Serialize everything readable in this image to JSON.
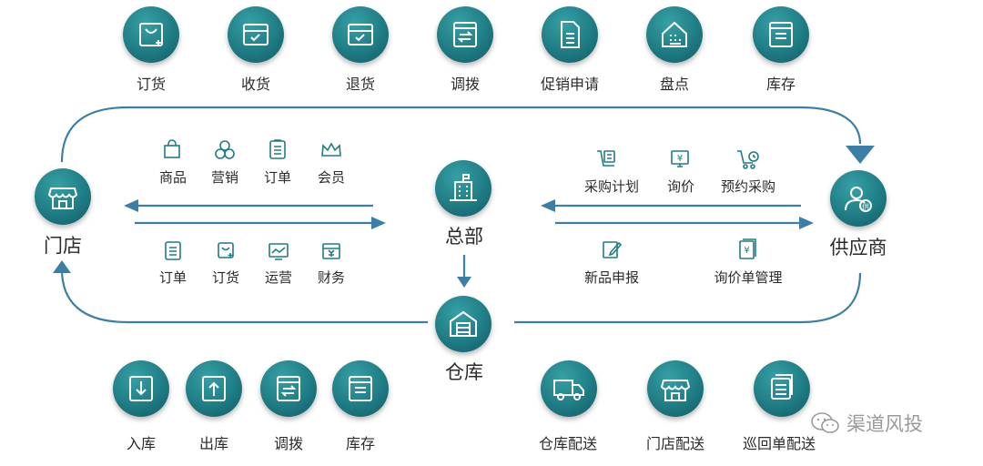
{
  "top_ops": [
    "订货",
    "收货",
    "退货",
    "调拨",
    "促销申请",
    "盘点",
    "库存"
  ],
  "nodes": {
    "store": "门店",
    "hq": "总部",
    "supplier": "供应商",
    "warehouse": "仓库"
  },
  "store_hq_top": [
    "商品",
    "营销",
    "订单",
    "会员"
  ],
  "store_hq_bottom": [
    "订单",
    "订货",
    "运营",
    "财务"
  ],
  "hq_supplier_top": [
    "采购计划",
    "询价",
    "预约采购"
  ],
  "hq_supplier_bottom": [
    "新品申报",
    "询价单管理"
  ],
  "warehouse_ops": [
    "入库",
    "出库",
    "调拨",
    "库存"
  ],
  "delivery_ops": [
    "仓库配送",
    "门店配送",
    "巡回单配送"
  ],
  "watermark": "渠道风投",
  "colors": {
    "teal": "#1f7c84",
    "line": "#3b7fa6"
  }
}
